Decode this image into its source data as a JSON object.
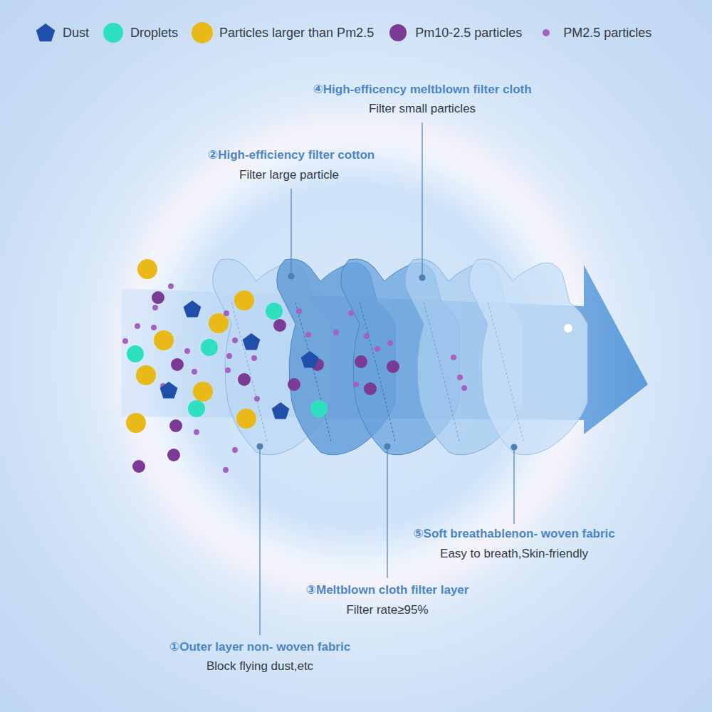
{
  "diagram": {
    "labels": [
      "④High-efficency meltblown filter cloth",
      "Filter small particles",
      "②High-efficiency filter cotton",
      "Filter large particle",
      "⑤Soft breathablenon- woven fabric",
      "Easy to breath,Skin-friendly",
      "③Meltblown cloth filter layer",
      "Filter rate≥95%",
      "①Outer layer non- woven fabric",
      "Block flying dust,etc"
    ],
    "legend": [
      {
        "text": "Dust",
        "color": "#1f4fa8"
      },
      {
        "text": "Droplets",
        "color": "#2ee0bf"
      },
      {
        "text": "Particles larger than Pm2.5",
        "color": "#e9b918"
      },
      {
        "text": "Pm10-2.5 particles",
        "color": "#7b3a93"
      },
      {
        "text": "PM2.5 particles",
        "color": "#a860c0"
      }
    ]
  }
}
